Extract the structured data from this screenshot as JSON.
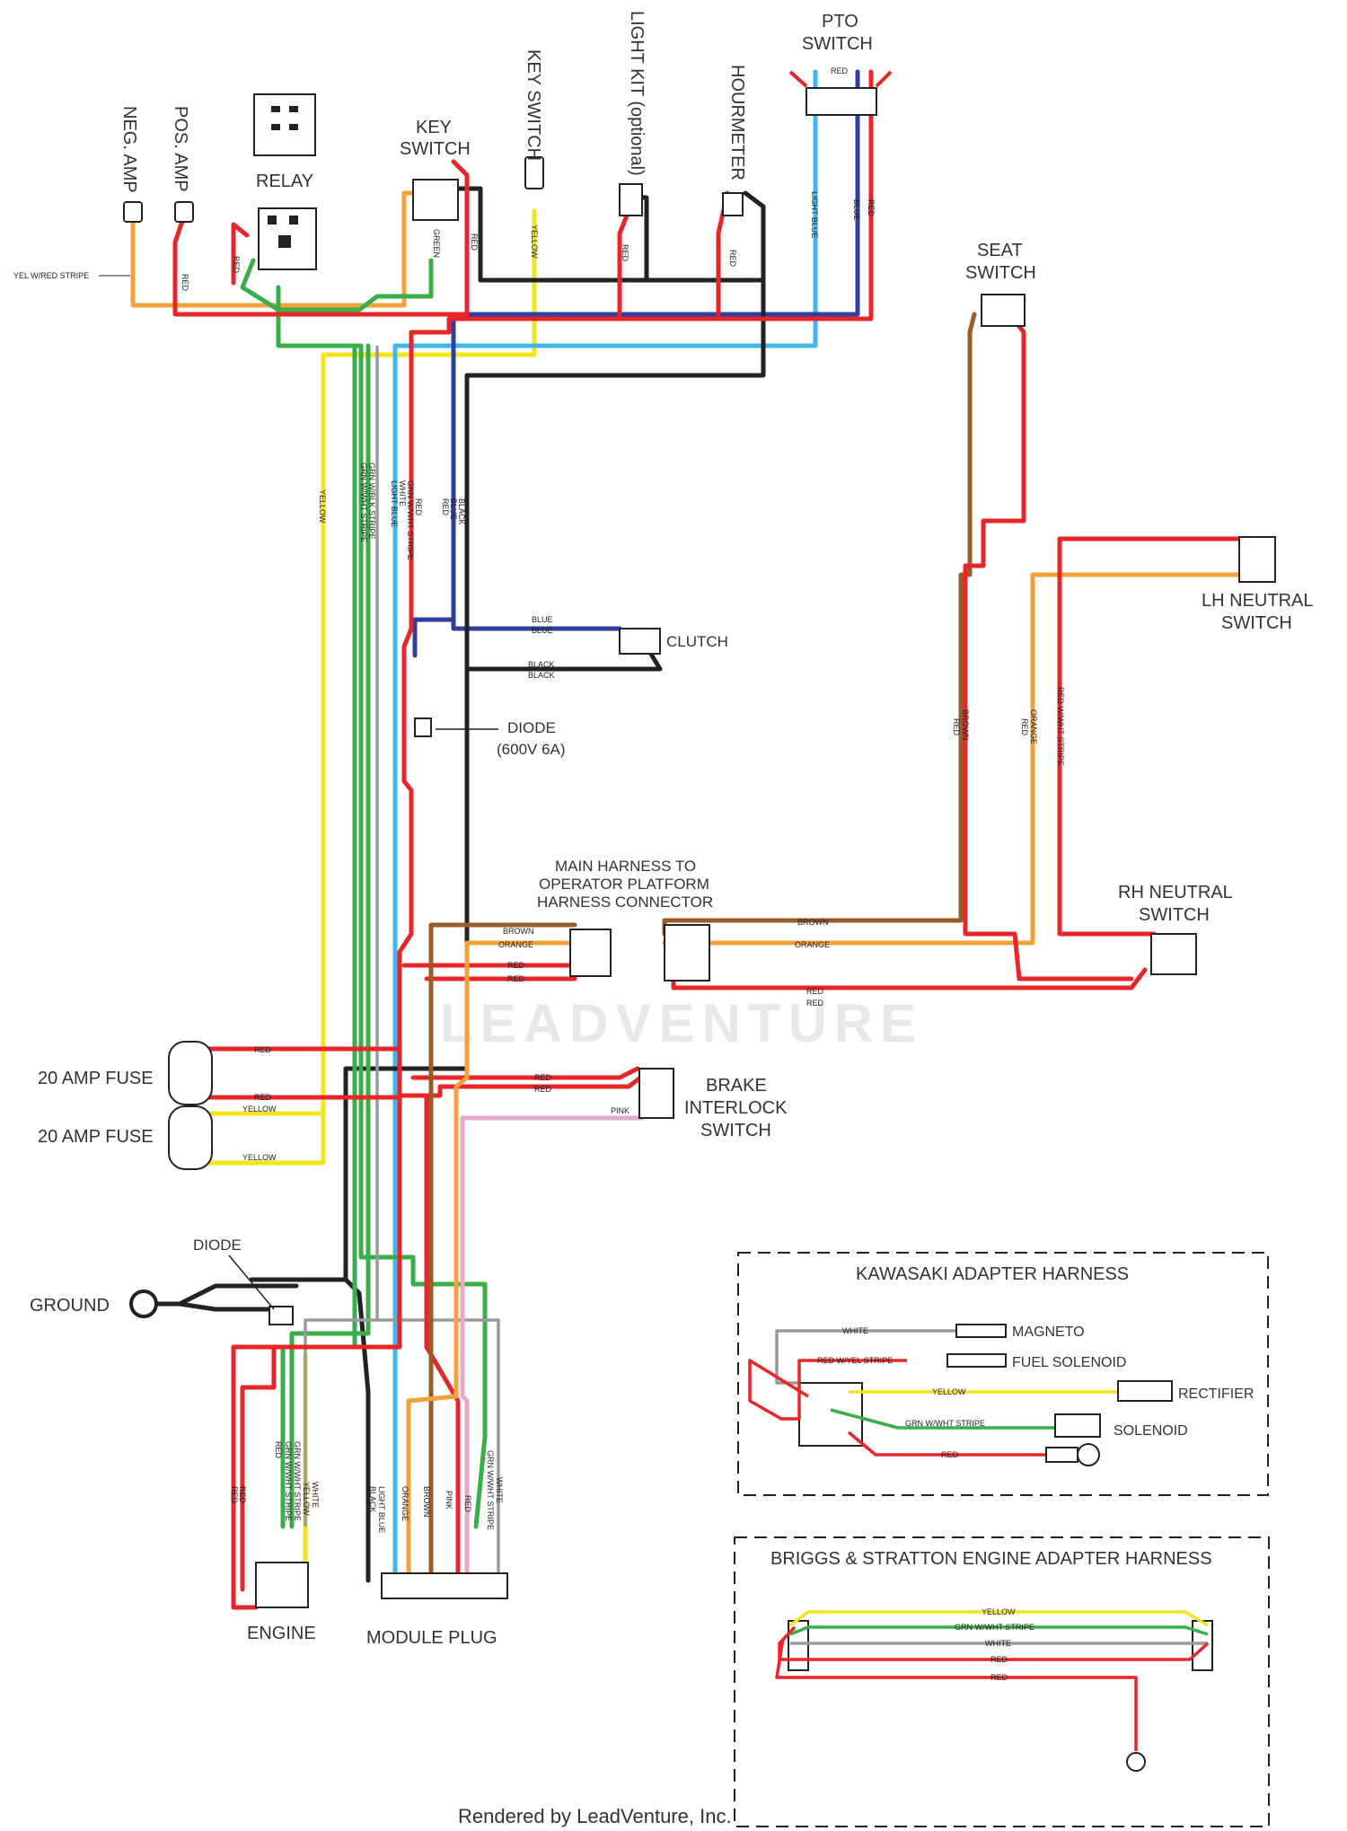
{
  "components": {
    "neg_amp": "NEG. AMP",
    "pos_amp": "POS. AMP",
    "relay": "RELAY",
    "key_switch_top": "KEY",
    "key_switch_bottom": "SWITCH",
    "key_switch_vertical": "KEY SWITCH",
    "light_kit": "LIGHT KIT (optional)",
    "hourmeter": "HOURMETER",
    "pto_switch_top": "PTO",
    "pto_switch_bottom": "SWITCH",
    "seat_switch_top": "SEAT",
    "seat_switch_bottom": "SWITCH",
    "lh_neutral_top": "LH NEUTRAL",
    "lh_neutral_bottom": "SWITCH",
    "clutch": "CLUTCH",
    "diode_main": "DIODE",
    "diode_rating": "(600V 6A)",
    "connector_line1": "MAIN HARNESS TO",
    "connector_line2": "OPERATOR PLATFORM",
    "connector_line3": "HARNESS CONNECTOR",
    "rh_neutral_top": "RH NEUTRAL",
    "rh_neutral_bottom": "SWITCH",
    "fuse_1": "20 AMP FUSE",
    "fuse_2": "20 AMP FUSE",
    "brake_line1": "BRAKE",
    "brake_line2": "INTERLOCK",
    "brake_line3": "SWITCH",
    "diode_ground": "DIODE",
    "ground": "GROUND",
    "engine": "ENGINE",
    "module_plug": "MODULE PLUG"
  },
  "kawasaki": {
    "title": "KAWASAKI ADAPTER HARNESS",
    "magneto": "MAGNETO",
    "fuel_solenoid": "FUEL SOLENOID",
    "rectifier": "RECTIFIER",
    "solenoid": "SOLENOID",
    "w_white": "WHITE",
    "w_red_yel": "RED W/YEL STRIPE",
    "w_yellow": "YELLOW",
    "w_grn_wht": "GRN W/WHT STRIPE",
    "w_red": "RED"
  },
  "briggs": {
    "title": "BRIGGS & STRATTON ENGINE ADAPTER HARNESS",
    "w_yellow": "YELLOW",
    "w_grn_wht": "GRN W/WHT STRIPE",
    "w_white": "WHITE",
    "w_red1": "RED",
    "w_red2": "RED"
  },
  "wire_labels": {
    "yel_red_stripe": "YEL W/RED STRIPE",
    "red": "RED",
    "green": "GREEN",
    "yellow": "YELLOW",
    "light_blue": "LIGHT BLUE",
    "blue": "BLUE",
    "black": "BLACK",
    "white": "WHITE",
    "grn_wht": "GRN W/WHT STRIPE",
    "grn_blk": "GRN W/BLK STRIPE",
    "brown": "BROWN",
    "orange": "ORANGE",
    "pink": "PINK",
    "red_wht": "RED W/WHT STRIPE"
  },
  "footer": "Rendered by LeadVenture, Inc.",
  "watermark": "LEADVENTURE",
  "colors": {
    "red": "#e8262a",
    "yellow": "#f2e51c",
    "light_blue": "#3db8e8",
    "blue": "#2e3f9e",
    "black": "#222222",
    "green": "#3aae48",
    "white_wire": "#9a9a9a",
    "brown": "#9a5b2a",
    "orange": "#f2a23a",
    "pink": "#e7a9c9"
  }
}
